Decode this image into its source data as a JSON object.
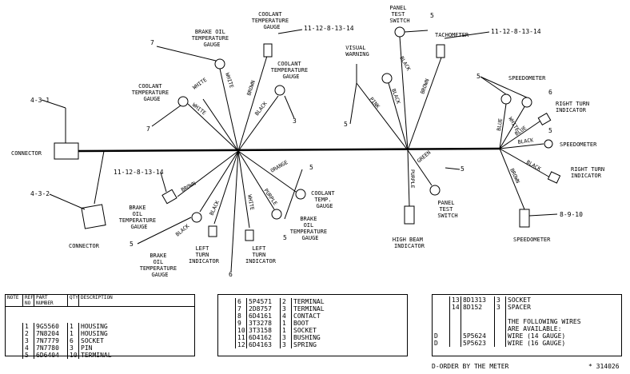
{
  "diagram": {
    "connectors": [
      {
        "ref": "4-3-1",
        "label": "CONNECTOR"
      },
      {
        "ref": "4-3-2",
        "label": "CONNECTOR"
      }
    ],
    "labels": {
      "brake_oil_temp_top": [
        "BRAKE OIL",
        "TEMPERATURE",
        "GAUGE"
      ],
      "coolant_temp_top": [
        "COOLANT",
        "TEMPERATURE",
        "GAUGE"
      ],
      "coolant_temp_left": [
        "COOLANT",
        "TEMPERATURE",
        "GAUGE"
      ],
      "coolant_temp_mid": [
        "COOLANT",
        "TEMPERATURE",
        "GAUGE"
      ],
      "brake_oil_temp_left": [
        "BRAKE",
        "OIL",
        "TEMPERATURE",
        "GAUGE"
      ],
      "brake_oil_temp_bottom": [
        "BRAKE",
        "OIL",
        "TEMPERATURE",
        "GAUGE"
      ],
      "left_turn_1": [
        "LEFT",
        "TURN",
        "INDICATOR"
      ],
      "left_turn_2": [
        "LEFT",
        "TURN",
        "INDICATOR"
      ],
      "brake_oil_temp_right": [
        "BRAKE",
        "OIL",
        "TEMPERATURE",
        "GAUGE"
      ],
      "coolant_temp_right": [
        "COOLANT",
        "TEMP.",
        "GAUGE"
      ],
      "panel_test_switch_top": [
        "PANEL",
        "TEST",
        "SWITCH"
      ],
      "visual_warning": [
        "VISUAL",
        "WARNING"
      ],
      "tachometer": "TACHOMETER",
      "high_beam": [
        "HIGH BEAM",
        "INDICATOR"
      ],
      "panel_test_switch_bottom": [
        "PANEL",
        "TEST",
        "SWITCH"
      ],
      "speedometer_top": "SPEEDOMETER",
      "right_turn_1": [
        "RIGHT TURN",
        "INDICATOR"
      ],
      "speedometer_right": "SPEEDOMETER",
      "right_turn_2": [
        "RIGHT TURN",
        "INDICATOR"
      ],
      "speedometer_bottom": "SPEEDOMETER"
    },
    "refs": {
      "r7a": "7",
      "r7b": "7",
      "r3a": "3",
      "r5a": "5",
      "r5b": "5",
      "r5c": "5",
      "r5d": "5",
      "r5e": "5",
      "r5f": "5",
      "r5g": "5",
      "r5h": "5",
      "r6a": "6",
      "r6b": "6",
      "r11a": "11-12-8-13-14",
      "r11b": "11-12-8-13-14",
      "r11c": "11-12-8-13-14",
      "r8910": "8-9-10"
    },
    "wires": {
      "white1": "WHITE",
      "white2": "WHITE",
      "white3": "WHITE",
      "brown1": "BROWN",
      "black1": "BLACK",
      "brown2": "BROWN",
      "black2": "BLACK",
      "black3": "BLACK",
      "white4": "WHITE",
      "purple1": "PURPLE",
      "orange1": "ORANGE",
      "pink1": "PINK",
      "black4": "BLACK",
      "black5": "BLACK",
      "brown3": "BROWN",
      "purple2": "PURPLE",
      "green1": "GREEN",
      "blue1": "BLUE",
      "white5": "WHITE",
      "blue2": "BLUE",
      "black6": "BLACK",
      "black7": "BLACK",
      "brown4": "BROWN"
    }
  },
  "tables": [
    {
      "headers": [
        "NOTE",
        "REF NO",
        "PART NUMBER",
        "QTY",
        "DESCRIPTION"
      ],
      "rows": [
        [
          "",
          "1",
          "9G5560",
          "1",
          "HOUSING"
        ],
        [
          "",
          "2",
          "7N8204",
          "1",
          "HOUSING"
        ],
        [
          "",
          "3",
          "7N7779",
          "6",
          "SOCKET"
        ],
        [
          "",
          "4",
          "7N7780",
          "3",
          "PIN"
        ],
        [
          "",
          "5",
          "6D6404",
          "10",
          "TERMINAL"
        ]
      ]
    },
    {
      "rows": [
        [
          "",
          "6",
          "5P4571",
          "2",
          "TERMINAL"
        ],
        [
          "",
          "7",
          "2D8757",
          "3",
          "TERMINAL"
        ],
        [
          "",
          "8",
          "6D4161",
          "4",
          "CONTACT"
        ],
        [
          "",
          "9",
          "3T3278",
          "1",
          "BOOT"
        ],
        [
          "",
          "10",
          "3T3158",
          "1",
          "SOCKET"
        ],
        [
          "",
          "11",
          "6D4162",
          "3",
          "BUSHING"
        ],
        [
          "",
          "12",
          "6D4163",
          "3",
          "SPRING"
        ]
      ]
    },
    {
      "rows": [
        [
          "",
          "13",
          "8D1313",
          "3",
          "SOCKET"
        ],
        [
          "",
          "14",
          "8D152",
          "3",
          "SPACER"
        ],
        [
          "",
          "",
          "",
          "",
          ""
        ],
        [
          "",
          "",
          "",
          "",
          "THE FOLLOWING WIRES"
        ],
        [
          "",
          "",
          "",
          "",
          "ARE AVAILABLE:"
        ],
        [
          "D",
          "",
          "5P5624",
          "",
          "WIRE (14 GAUGE)"
        ],
        [
          "D",
          "",
          "5P5623",
          "",
          "WIRE (16 GAUGE)"
        ]
      ]
    }
  ],
  "footer": {
    "order_note": "D-ORDER BY THE METER",
    "drawing_number": "* 314026"
  }
}
